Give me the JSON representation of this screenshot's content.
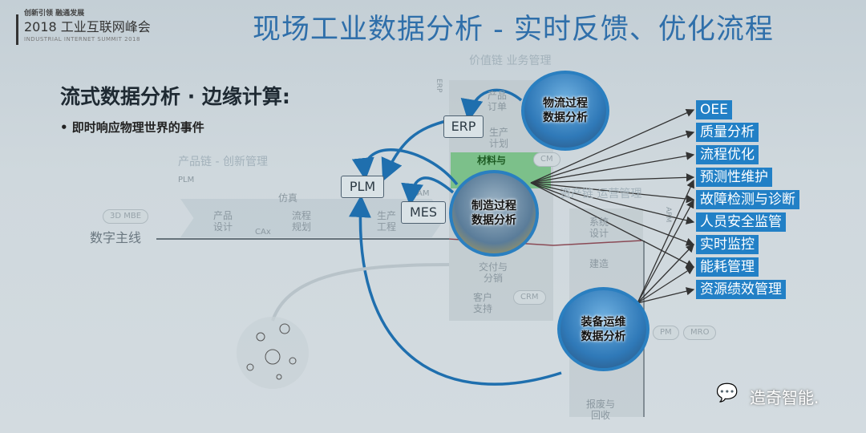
{
  "header": {
    "slogan": "创新引领  融通发展",
    "event": "2018 工业互联网峰会",
    "event_en": "INDUSTRIAL INTERNET SUMMIT 2018"
  },
  "title": "现场工业数据分析 - 实时反馈、优化流程",
  "subtitle": "流式数据分析 · 边缘计算:",
  "bullet": "•  即时响应物理世界的事件",
  "diagram": {
    "product_chain": "产品链 - 创新管理",
    "plm_small": "PLM",
    "mbe": "3D MBE",
    "product_design": "产品\n设计",
    "cax": "CAx",
    "simulation": "仿真",
    "process_plan": "流程\n规划",
    "prod_eng": "生产\n工程",
    "digital_thread": "数字主线",
    "value_chain": "价值链   业务管理",
    "erp_vertical": "ERP",
    "order": "产品\n订单",
    "prod_plan": "生产\n计划",
    "material": "材料与",
    "scm": "CM",
    "am": "AM",
    "delivery": "交付与\n分销",
    "support": "客户\n支持",
    "crm": "CRM",
    "asset_chain": "资产链   运营管理",
    "apm": "APM",
    "sys_design": "系统\n设计",
    "build": "建造",
    "scrap": "报废与\n回收",
    "pm": "PM",
    "mro": "MRO",
    "plm": "PLM",
    "mes": "MES",
    "erp": "ERP",
    "logistics": "物流过程\n数据分析",
    "manufacturing": "制造过程\n数据分析",
    "equipment": "装备运维\n数据分析"
  },
  "outputs": [
    "OEE",
    "质量分析",
    "流程优化",
    "预测性维护",
    "故障检测与诊断",
    "人员安全监管",
    "实时监控",
    "能耗管理",
    "资源绩效管理"
  ],
  "watermark": "造奇智能.",
  "colors": {
    "title": "#2f6faa",
    "tag": "#2280c6",
    "circle": "#2a7fc0"
  }
}
